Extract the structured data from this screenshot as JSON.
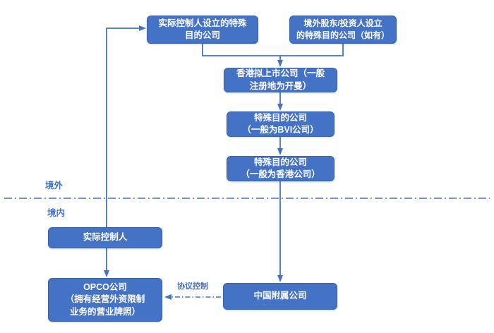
{
  "colors": {
    "box_fill": "#4472C4",
    "box_border": "#3A62A8",
    "connector": "#4472C4",
    "box_text": "#FFFFFF",
    "label_text": "#4472C4",
    "background": "#FFFFFF"
  },
  "nodes": {
    "controller_spv": "实际控制人设立的特殊\n目的公司",
    "foreign_investor_spv": "境外股东/投资人设立\n的特殊目的公司（如有）",
    "hk_listco": "香港拟上市公司（一般\n注册地为开曼）",
    "bvi_spv": "特殊目的公司\n（一般为BVI公司）",
    "hk_spv": "特殊目的公司\n（一般为香港公司）",
    "actual_controller": "实际控制人",
    "opco": "OPCO公司\n（拥有经营外资限制\n业务的营业牌照）",
    "china_subsidiary": "中国附属公司"
  },
  "labels": {
    "offshore": "境外",
    "onshore": "境内",
    "vie_control": "协议控制"
  }
}
